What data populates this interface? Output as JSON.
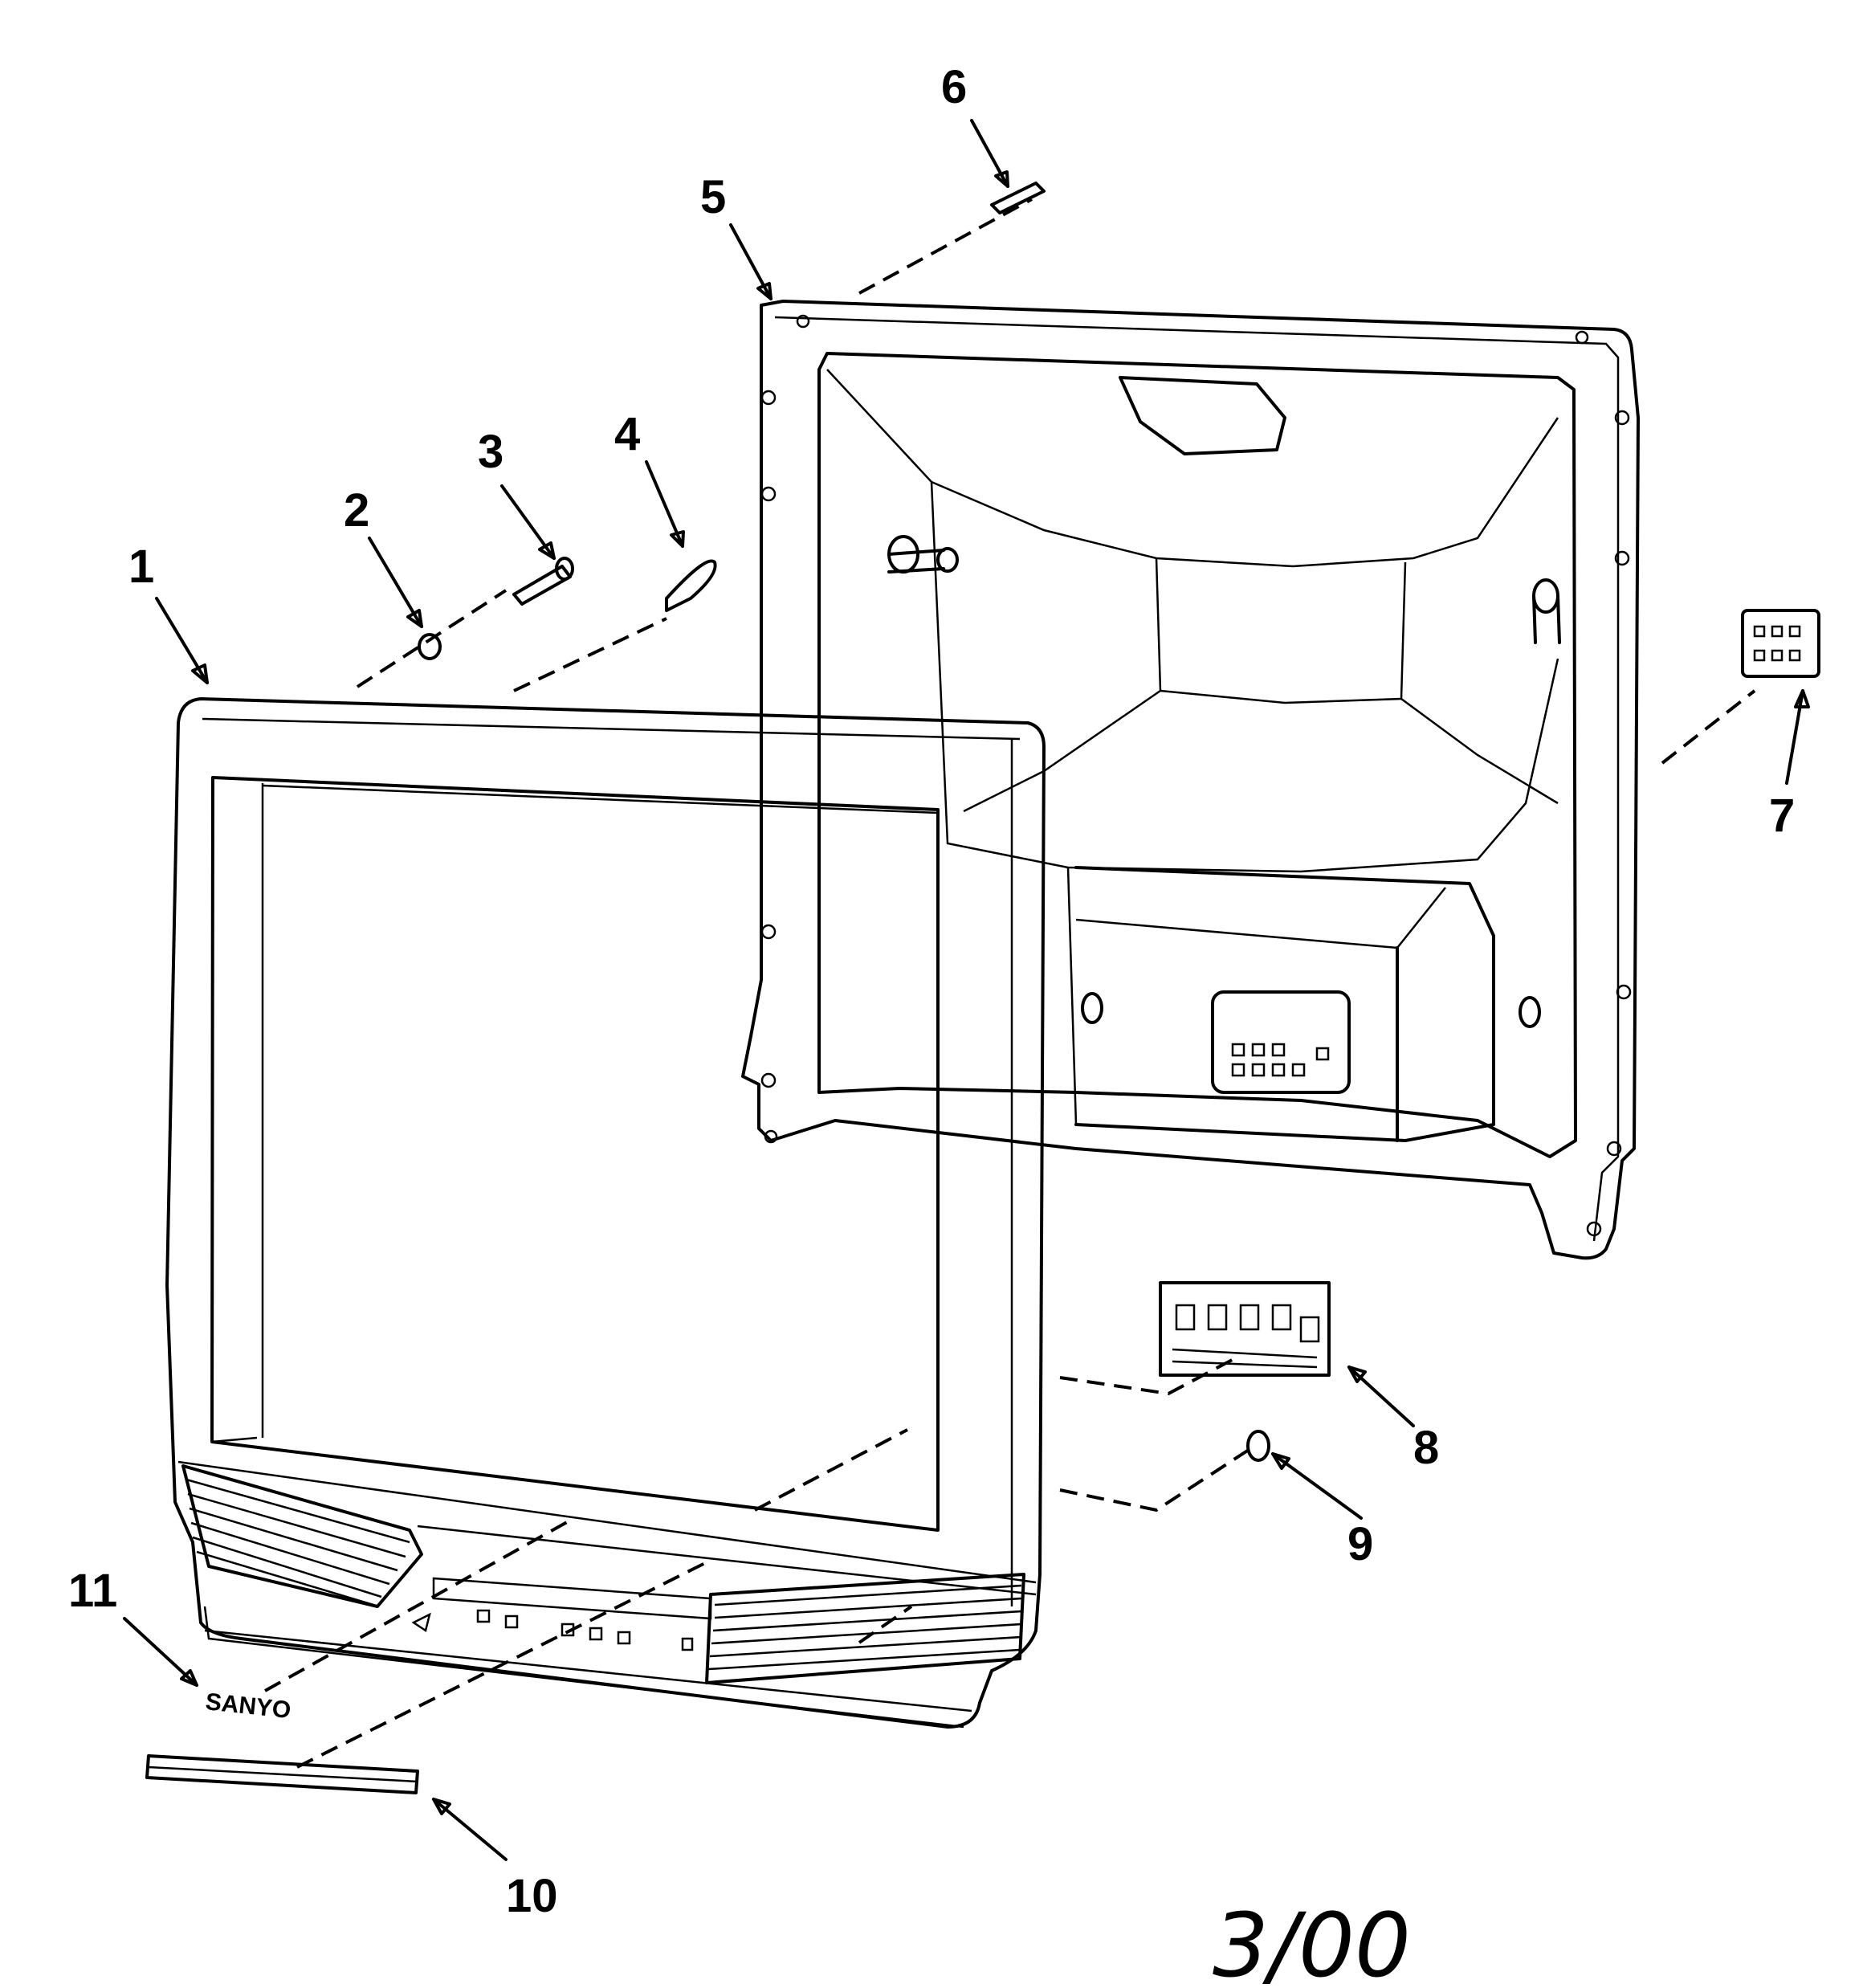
{
  "diagram": {
    "callouts": [
      {
        "id": "c1",
        "label": "1"
      },
      {
        "id": "c2",
        "label": "2"
      },
      {
        "id": "c3",
        "label": "3"
      },
      {
        "id": "c4",
        "label": "4"
      },
      {
        "id": "c5",
        "label": "5"
      },
      {
        "id": "c6",
        "label": "6"
      },
      {
        "id": "c7",
        "label": "7"
      },
      {
        "id": "c8",
        "label": "8"
      },
      {
        "id": "c9",
        "label": "9"
      },
      {
        "id": "c10",
        "label": "10"
      },
      {
        "id": "c11",
        "label": "11"
      }
    ],
    "brand_badge": "SANYO",
    "date_stamp": "3/00"
  }
}
